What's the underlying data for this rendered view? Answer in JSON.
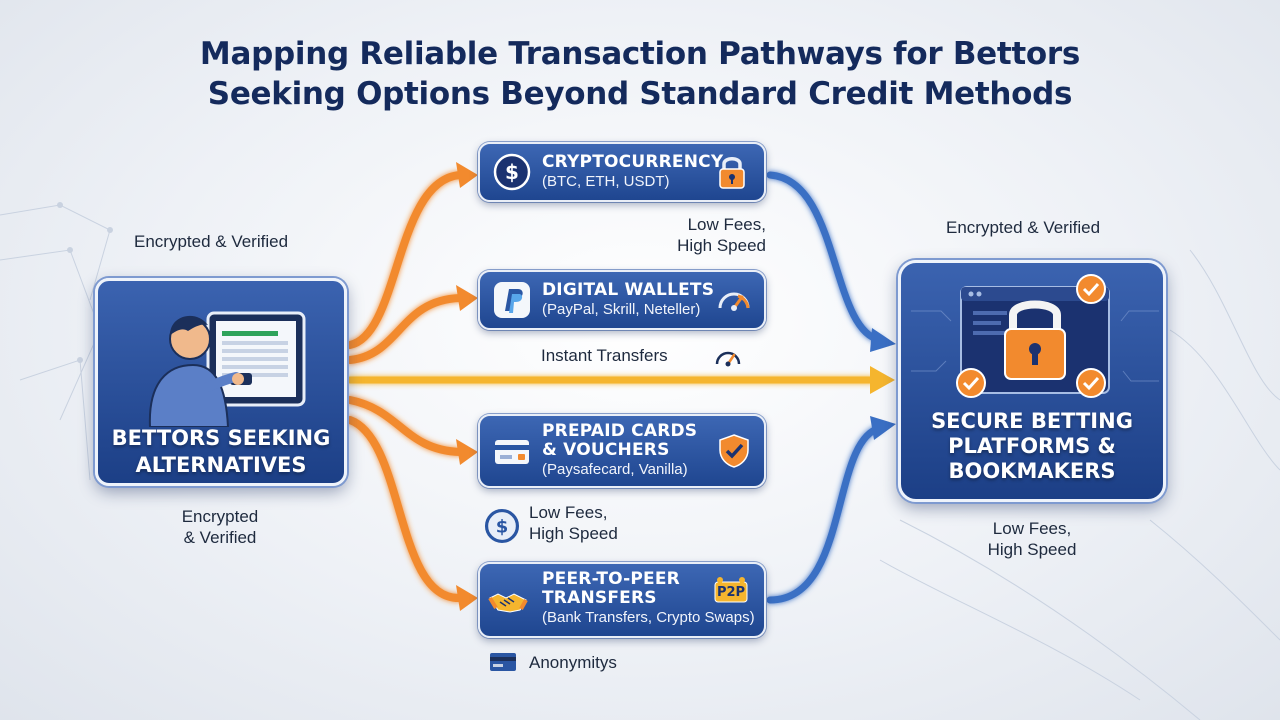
{
  "title": {
    "line1": "Mapping Reliable Transaction Pathways for Bettors",
    "line2": "Seeking Options Beyond Standard Credit Methods"
  },
  "source": {
    "label_line1": "BETTORS SEEKING",
    "label_line2": "ALTERNATIVES",
    "icon": "person-with-tablet-icon"
  },
  "target": {
    "label_line1": "SECURE BETTING",
    "label_line2": "PLATFORMS &",
    "label_line3": "BOOKMAKERS",
    "icon": "padlock-screen-icon"
  },
  "methods": [
    {
      "title": "CRYPTOCURRENCY",
      "subtitle": "(BTC, ETH, USDT)",
      "icon": "dollar-coin-icon",
      "badge": "padlock-icon"
    },
    {
      "title": "DIGITAL WALLETS",
      "subtitle": "(PayPal, Skrill, Neteller)",
      "icon": "paypal-icon",
      "badge": "speedometer-icon"
    },
    {
      "title_line1": "PREPAID CARDS",
      "title_line2": "& VOUCHERS",
      "subtitle": "(Paysafecard, Vanilla)",
      "icon": "card-icon",
      "badge": "shield-check-icon"
    },
    {
      "title_line1": "PEER-TO-PEER",
      "title_line2": "TRANSFERS",
      "subtitle": "(Bank Transfers, Crypto Swaps)",
      "icon": "handshake-icon",
      "badge": "p2p-icon",
      "badge_text": "P2P"
    }
  ],
  "notes": {
    "left_top": "Encrypted & Verified",
    "left_bottom_line1": "Encrypted",
    "left_bottom_line2": "& Verified",
    "crypto_line1": "Low Fees,",
    "crypto_line2": "High Speed",
    "wallets": "Instant Transfers",
    "prepaid_line1": "Low Fees,",
    "prepaid_line2": "High Speed",
    "p2p": "Anonymitys",
    "right_top": "Encrypted & Verified",
    "right_bottom_line1": "Low Fees,",
    "right_bottom_line2": "High Speed"
  },
  "colors": {
    "card_blue": "#2a56a3",
    "arrow_orange": "#f28a2e",
    "arrow_blue": "#3a6fc4",
    "arrow_gold": "#f5b52e",
    "title_navy": "#142a5c"
  }
}
